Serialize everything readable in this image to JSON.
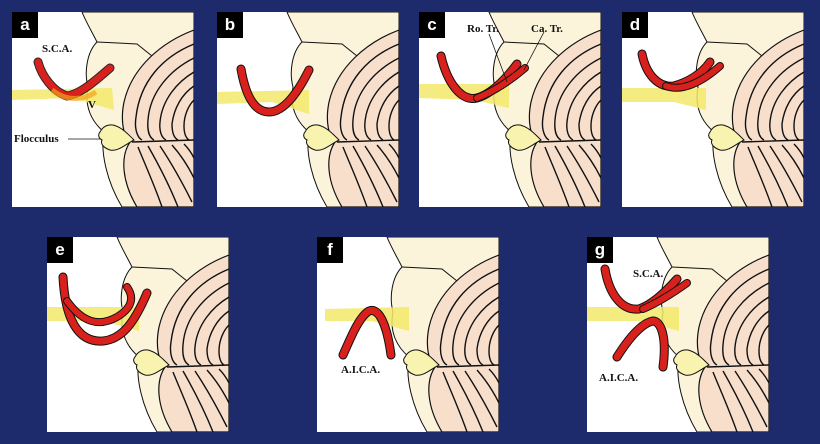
{
  "figure": {
    "background_color": "#1d2a6c",
    "colors": {
      "artery": "#d8211c",
      "nerve": "#f2e96a",
      "brainstem": "#fbf3da",
      "cerebellum": "#f8dfcc",
      "flocculus": "#f9f3b0"
    },
    "panels": [
      {
        "id": "a",
        "label": "a",
        "annotations": [
          "S.C.A.",
          "V",
          "Flocculus"
        ]
      },
      {
        "id": "b",
        "label": "b",
        "annotations": []
      },
      {
        "id": "c",
        "label": "c",
        "annotations": [
          "Ro. Tr.",
          "Ca. Tr."
        ]
      },
      {
        "id": "d",
        "label": "d",
        "annotations": []
      },
      {
        "id": "e",
        "label": "e",
        "annotations": []
      },
      {
        "id": "f",
        "label": "f",
        "annotations": [
          "A.I.C.A."
        ]
      },
      {
        "id": "g",
        "label": "g",
        "annotations": [
          "S.C.A.",
          "A.I.C.A."
        ]
      }
    ]
  }
}
